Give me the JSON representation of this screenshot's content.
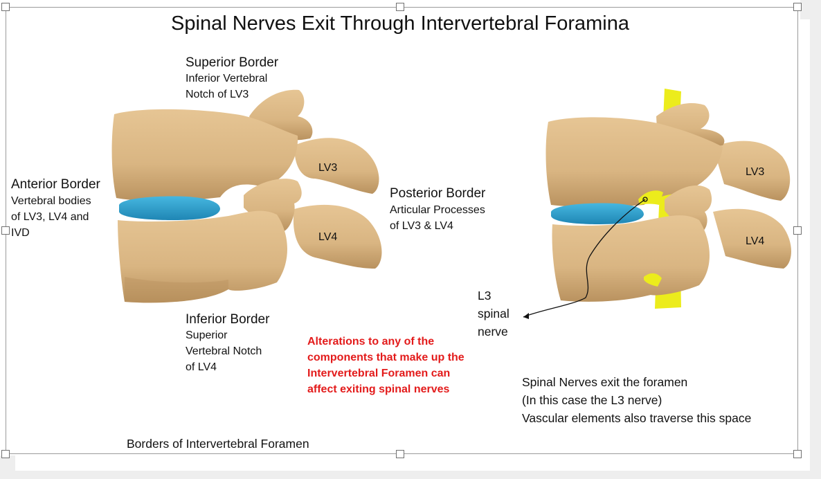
{
  "slide": {
    "title": "Spinal Nerves Exit Through Intervertebral Foramina",
    "superior_border": {
      "heading": "Superior Border",
      "line1": "Inferior Vertebral",
      "line2": "Notch of LV3"
    },
    "anterior_border": {
      "heading": "Anterior Border",
      "line1": "Vertebral bodies",
      "line2": "of LV3, LV4  and",
      "line3": "IVD"
    },
    "posterior_border": {
      "heading": "Posterior Border",
      "line1": "Articular Processes",
      "line2": "of LV3 & LV4"
    },
    "inferior_border": {
      "heading": "Inferior Border",
      "line1": "Superior",
      "line2": "Vertebral Notch",
      "line3": "of LV4"
    },
    "left_figure": {
      "label_upper": "LV3",
      "label_lower": "LV4"
    },
    "right_figure": {
      "label_upper": "LV3",
      "label_lower": "LV4"
    },
    "nerve_label": {
      "line1": "L3",
      "line2": "spinal",
      "line3": "nerve"
    },
    "alert": {
      "line1": "Alterations to any of the",
      "line2": "components that make up the",
      "line3": "Intervertebral Foramen can",
      "line4": "affect exiting spinal nerves"
    },
    "explanation": {
      "line1": "Spinal Nerves exit the foramen",
      "line2": "(In this case the  L3 nerve)",
      "line3": "Vascular elements also traverse this space"
    },
    "caption": "Borders of Intervertebral Foramen"
  },
  "colors": {
    "bone": "#dcb988",
    "bone_shadow": "#b8915f",
    "disc": "#2aa0cf",
    "nerve": "#ecec1c",
    "alert_text": "#e31b1b"
  }
}
